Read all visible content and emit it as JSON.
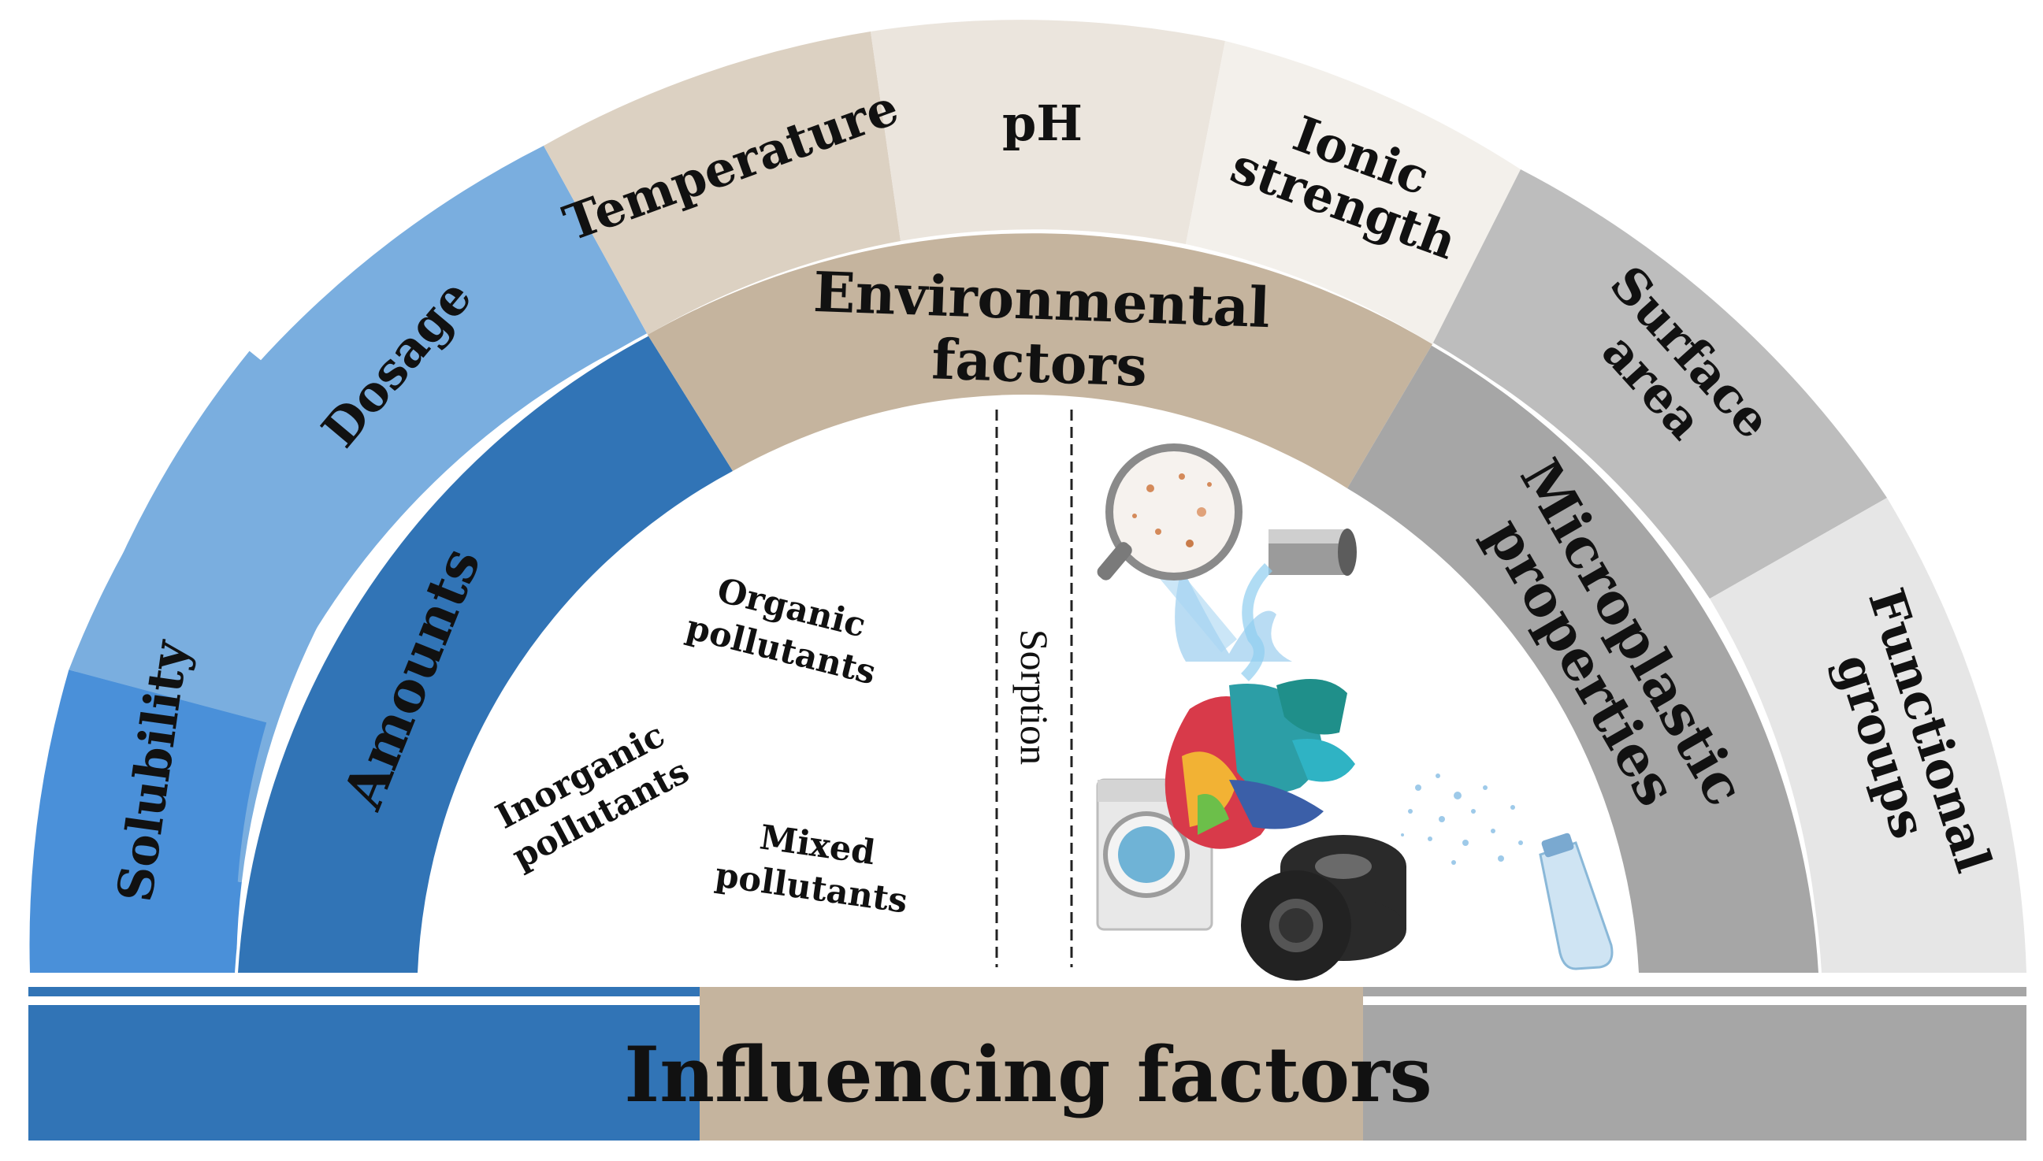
{
  "title": "Influencing factors",
  "center_label": "Sorption",
  "inner_ring": {
    "amounts": "Amounts",
    "environmental": [
      "Environmental",
      "factors"
    ],
    "microplastic": [
      "Microplastic",
      "properties"
    ]
  },
  "outer_ring": {
    "solubility": "Solubility",
    "dosage": "Dosage",
    "temperature": "Temperature",
    "ph": "pH",
    "ionic": [
      "Ionic",
      "strength"
    ],
    "surface": [
      "Surface",
      "area"
    ],
    "functional": [
      "Functional",
      "groups"
    ]
  },
  "pollutants": {
    "organic": [
      "Organic",
      "pollutants"
    ],
    "inorganic": [
      "Inorganic",
      "pollutants"
    ],
    "mixed": [
      "Mixed",
      "pollutants"
    ]
  },
  "colors": {
    "amounts": "#3174b6",
    "solubility": "#4a90d9",
    "dosage": "#7aaedf",
    "environmental": "#c5b49e",
    "temperature": "#dcd1c2",
    "ph": "#ebe5dd",
    "ionic": "#f3f0eb",
    "microplastic": "#a6a6a6",
    "surface": "#bdbdbd",
    "functional": "#e6e6e6"
  },
  "icons": [
    "magnifier-water-icon",
    "pipe-icon",
    "washing-machine-icon",
    "clothes-icon",
    "tires-icon",
    "plastic-bottle-icon",
    "water-spray-icon"
  ]
}
